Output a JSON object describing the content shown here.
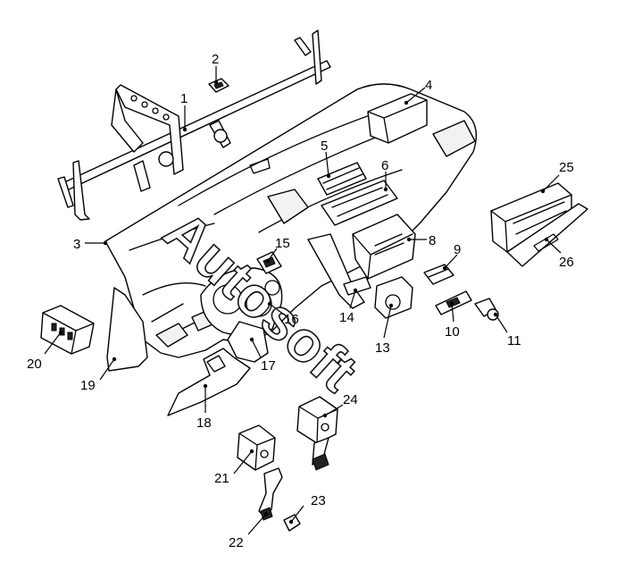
{
  "watermark": "Autosoft",
  "callouts": [
    {
      "id": "1",
      "label": "1"
    },
    {
      "id": "2",
      "label": "2"
    },
    {
      "id": "3",
      "label": "3"
    },
    {
      "id": "4",
      "label": "4"
    },
    {
      "id": "5",
      "label": "5"
    },
    {
      "id": "6",
      "label": "6"
    },
    {
      "id": "8",
      "label": "8"
    },
    {
      "id": "9",
      "label": "9"
    },
    {
      "id": "10",
      "label": "10"
    },
    {
      "id": "11",
      "label": "11"
    },
    {
      "id": "13",
      "label": "13"
    },
    {
      "id": "14",
      "label": "14"
    },
    {
      "id": "15",
      "label": "15"
    },
    {
      "id": "16",
      "label": "16"
    },
    {
      "id": "17",
      "label": "17"
    },
    {
      "id": "18",
      "label": "18"
    },
    {
      "id": "19",
      "label": "19"
    },
    {
      "id": "20",
      "label": "20"
    },
    {
      "id": "21",
      "label": "21"
    },
    {
      "id": "22",
      "label": "22"
    },
    {
      "id": "23",
      "label": "23"
    },
    {
      "id": "24",
      "label": "24"
    },
    {
      "id": "25",
      "label": "25"
    },
    {
      "id": "26",
      "label": "26"
    }
  ]
}
